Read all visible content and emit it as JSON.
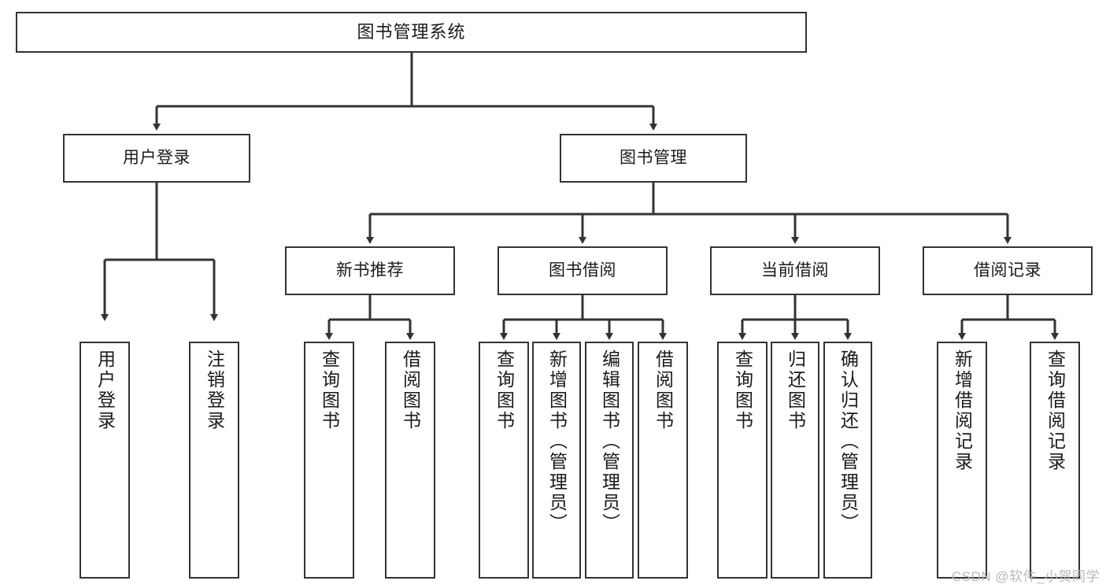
{
  "diagram": {
    "title": "图书管理系统",
    "type": "tree-hierarchy-diagram",
    "watermark": "CSDN @软件_小贺同学",
    "colors": {
      "box_border": "#333333",
      "box_fill": "#ffffff",
      "connector": "#333333",
      "text": "#1a1a1a",
      "watermark": "#b9b9b9"
    }
  },
  "nodes": {
    "root": {
      "label": "图书管理系统"
    },
    "level2": [
      {
        "label": "用户登录"
      },
      {
        "label": "图书管理"
      }
    ],
    "level3": [
      {
        "label": "新书推荐"
      },
      {
        "label": "图书借阅"
      },
      {
        "label": "当前借阅"
      },
      {
        "label": "借阅记录"
      }
    ],
    "leaves": {
      "user_login": [
        {
          "label": "用户登录"
        },
        {
          "label": "注销登录"
        }
      ],
      "new_book": [
        {
          "label": "查询图书"
        },
        {
          "label": "借阅图书"
        }
      ],
      "book_borrow": [
        {
          "label": "查询图书"
        },
        {
          "label": "新增图书（管理员）"
        },
        {
          "label": "编辑图书（管理员）"
        },
        {
          "label": "借阅图书"
        }
      ],
      "current_borrow": [
        {
          "label": "查询图书"
        },
        {
          "label": "归还图书"
        },
        {
          "label": "确认归还（管理员）"
        }
      ],
      "borrow_record": [
        {
          "label": "新增借阅记录"
        },
        {
          "label": "查询借阅记录"
        }
      ]
    }
  }
}
